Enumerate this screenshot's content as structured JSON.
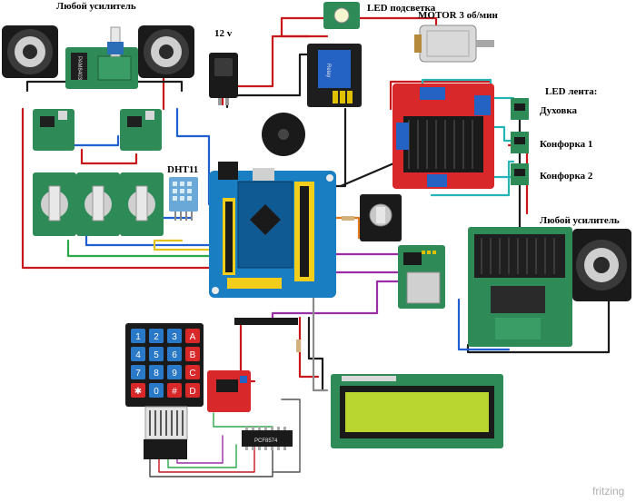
{
  "labels": {
    "amp_top": "Любой усилитель",
    "led_backlight": "LED подсветка",
    "motor": "MOTOR 3 об/мин",
    "supply": "12 v",
    "led_strip": "LED лента:",
    "oven": "Духовка",
    "burner1": "Конфорка 1",
    "burner2": "Конфорка 2",
    "amp_right": "Любой усилитель",
    "sensor": "DHT11",
    "watermark": "fritzing"
  },
  "keypad": {
    "keys": [
      "1",
      "2",
      "3",
      "A",
      "4",
      "5",
      "6",
      "B",
      "7",
      "8",
      "9",
      "C",
      "✱",
      "0",
      "#",
      "D"
    ]
  },
  "chips": {
    "amp_module": "PAM8403",
    "io_expander": "PCF8574",
    "relay": "Relay"
  },
  "colors": {
    "arduino": "#1a7ec2",
    "board_green": "#2e8a57",
    "driver_red": "#d8282a",
    "lcd_green": "#b9d530",
    "keypad_blue": "#2a78c8",
    "wire_red": "#c8161b",
    "wire_black": "#1a1a1a",
    "wire_blue": "#1f5fd2",
    "wire_cyan": "#25b5b8",
    "wire_purple": "#9a2ea6"
  }
}
